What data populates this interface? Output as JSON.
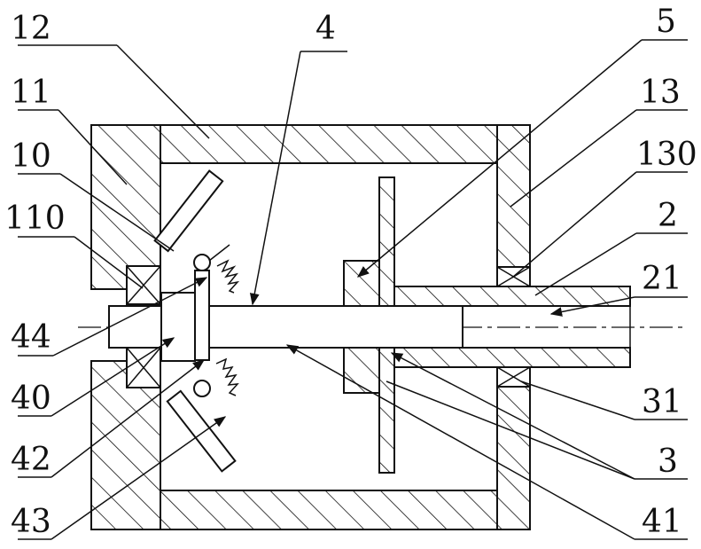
{
  "labels": {
    "l12": "12",
    "l11": "11",
    "l10": "10",
    "l110": "110",
    "l44": "44",
    "l40": "40",
    "l42": "42",
    "l43": "43",
    "l4": "4",
    "l5": "5",
    "l13": "13",
    "l130": "130",
    "l2": "2",
    "l21": "21",
    "l31": "31",
    "l3": "3",
    "l41": "41"
  }
}
